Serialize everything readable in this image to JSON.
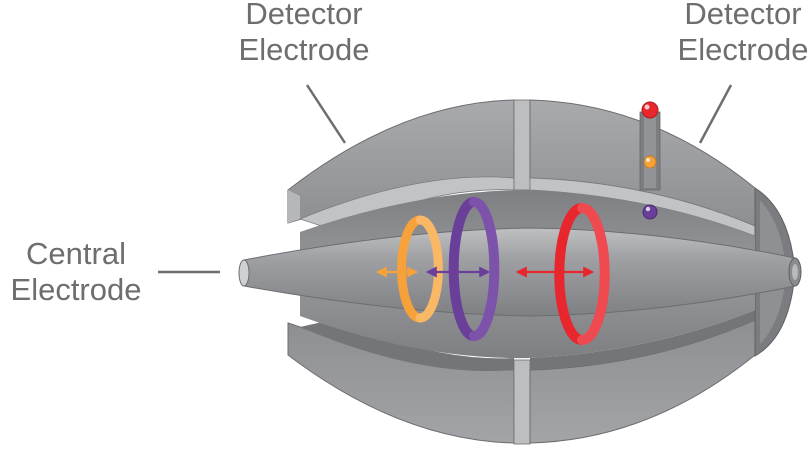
{
  "labels": {
    "detector_left": [
      "Detector",
      "Electrode"
    ],
    "detector_right": [
      "Detector",
      "Electrode"
    ],
    "central": [
      "Central",
      "Electrode"
    ]
  },
  "colors": {
    "label_text": "#6d6e70",
    "leader_line": "#6d6e70",
    "electrode_dark": "#8d8e91",
    "electrode_mid": "#a7a8ab",
    "electrode_light": "#c9cacc",
    "ion_orange": "#f7a13a",
    "ion_purple": "#6a3f99",
    "ion_red": "#e8262d"
  },
  "ion_rings": [
    {
      "name": "orange-ion-ring",
      "color": "#f7a13a"
    },
    {
      "name": "purple-ion-ring",
      "color": "#6a3f99"
    },
    {
      "name": "red-ion-ring",
      "color": "#e8262d"
    }
  ],
  "ion_particles": [
    {
      "name": "red-ion-particle",
      "color": "#e8262d"
    },
    {
      "name": "orange-ion-particle",
      "color": "#f7a13a"
    },
    {
      "name": "purple-ion-particle",
      "color": "#6a3f99"
    }
  ]
}
